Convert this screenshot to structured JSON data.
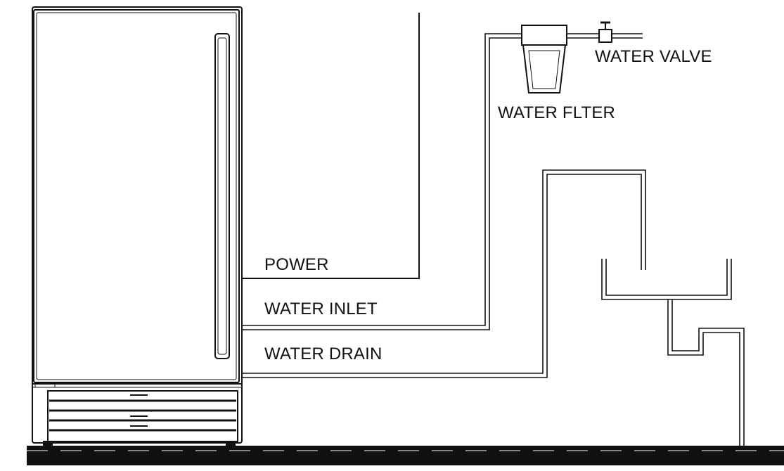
{
  "labels": {
    "power": "POWER",
    "water_inlet": "WATER INLET",
    "water_drain": "WATER DRAIN",
    "water_filter": "WATER FLTER",
    "water_valve": "WATER VALVE"
  },
  "colors": {
    "line": "#111111",
    "background": "#ffffff"
  }
}
